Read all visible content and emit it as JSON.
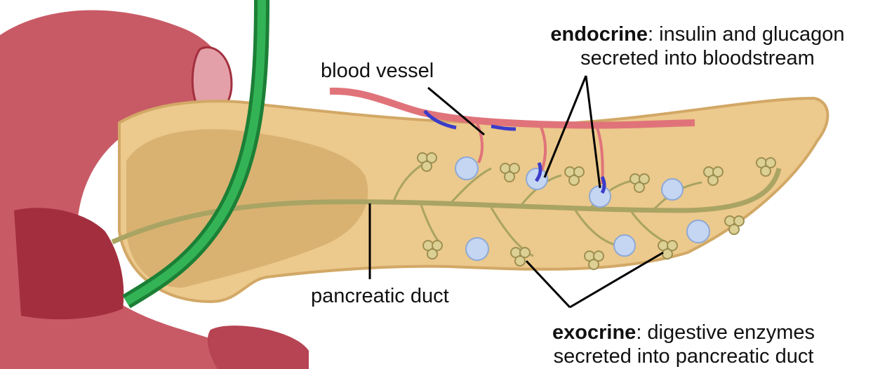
{
  "labels": {
    "blood_vessel": "blood vessel",
    "pancreatic_duct": "pancreatic duct",
    "endocrine_term": "endocrine",
    "endocrine_text": ": insulin and glucagon",
    "endocrine_text2": "secreted into bloodstream",
    "exocrine_term": "exocrine",
    "exocrine_text": ": digestive enzymes",
    "exocrine_text2": "secreted into pancreatic duct"
  },
  "colors": {
    "duodenum": "#c85a66",
    "duodenum_dark": "#a32f3e",
    "pancreas": "#ecc98c",
    "pancreas_dark": "#d2a866",
    "bile_duct": "#22a043",
    "blood_vessel": "#e0737a",
    "vein": "#3b3cc9",
    "duct": "#a9a463",
    "acini": "#c9b976",
    "islet": "#c5d6f2"
  }
}
